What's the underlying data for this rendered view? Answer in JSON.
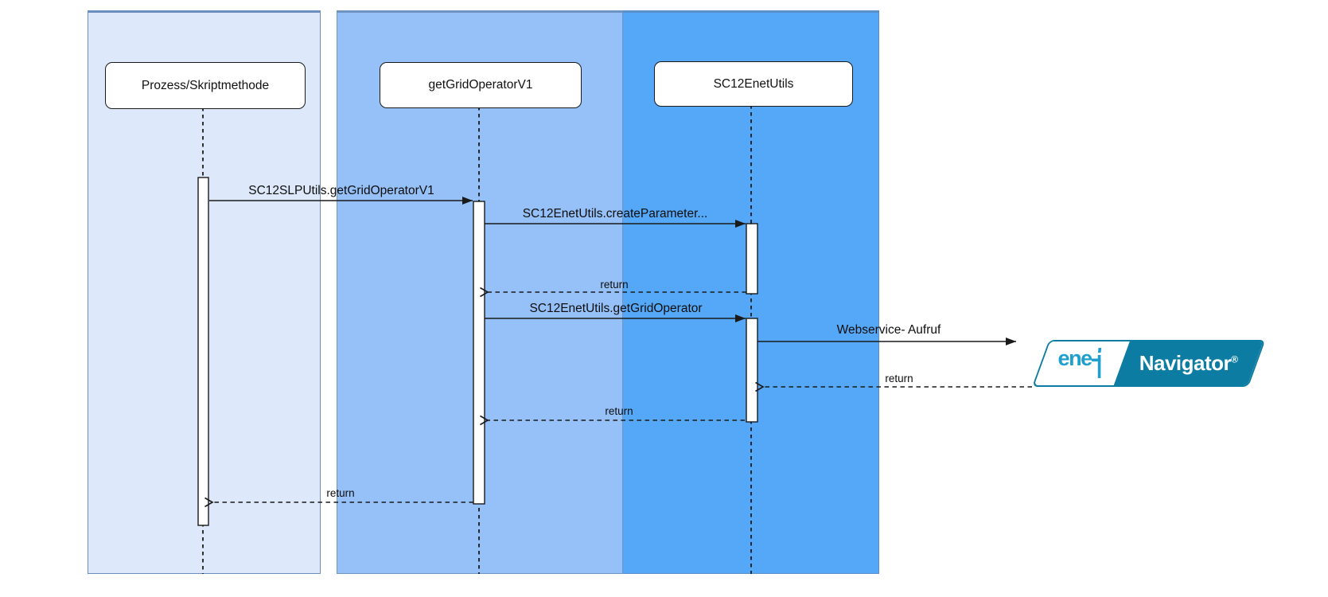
{
  "diagram_type": "uml-sequence-diagram",
  "actors": [
    {
      "label": "Prozess/Skriptmethode"
    },
    {
      "label": "getGridOperatorV1"
    },
    {
      "label": "SC12EnetUtils"
    }
  ],
  "messages": [
    {
      "label": "SC12SLPUtils.getGridOperatorV1",
      "kind": "call"
    },
    {
      "label": "SC12EnetUtils.createParameter...",
      "kind": "call"
    },
    {
      "label": "return",
      "kind": "return"
    },
    {
      "label": "SC12EnetUtils.getGridOperator",
      "kind": "call"
    },
    {
      "label": "Webservice- Aufruf",
      "kind": "call"
    },
    {
      "label": "return",
      "kind": "return"
    },
    {
      "label": "return",
      "kind": "return"
    },
    {
      "label": "return",
      "kind": "return"
    }
  ],
  "external_system": {
    "brand_letters": "ene",
    "brand_mark": "'t",
    "product": "Navigator",
    "registered": "®"
  },
  "colors": {
    "lane1_fill": "#dde9fb",
    "lane2_fill": "#95c1f8",
    "lane3_fill": "#55a8f7",
    "logo_teal": "#0d7ca3",
    "logo_cyan": "#1f9fce",
    "line_color": "#1a1a1a"
  }
}
